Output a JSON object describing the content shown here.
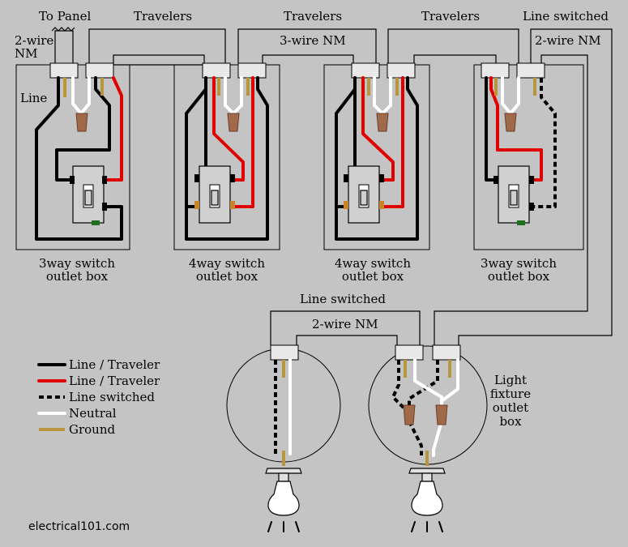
{
  "labels": {
    "to_panel": "To Panel",
    "travelers_1": "Travelers",
    "travelers_2": "Travelers",
    "travelers_3": "Travelers",
    "line_switched_top": "Line switched",
    "two_wire_nm_left_1": "2-wire",
    "two_wire_nm_left_2": "NM",
    "three_wire_nm": "3-wire NM",
    "two_wire_nm_right": "2-wire NM",
    "line": "Line",
    "box1_line1": "3way switch",
    "box1_line2": "outlet box",
    "box2_line1": "4way switch",
    "box2_line2": "outlet box",
    "box3_line1": "4way switch",
    "box3_line2": "outlet box",
    "box4_line1": "3way switch",
    "box4_line2": "outlet box",
    "line_switched_mid": "Line switched",
    "two_wire_nm_mid": "2-wire NM",
    "fixture_1": "Light",
    "fixture_2": "fixture",
    "fixture_3": "outlet",
    "fixture_4": "box",
    "site": "electrical101.com"
  },
  "legend": [
    {
      "label": "Line / Traveler",
      "style": "black"
    },
    {
      "label": "Line / Traveler",
      "style": "red"
    },
    {
      "label": "Line switched",
      "style": "dashed"
    },
    {
      "label": "Neutral",
      "style": "white"
    },
    {
      "label": "Ground",
      "style": "ground"
    }
  ],
  "colors": {
    "background": "#c4c4c4",
    "line_black": "#000000",
    "traveler_red": "#e00000",
    "neutral_white": "#ffffff",
    "ground_bare": "#b8963e",
    "wire_nut": "#a06a4a"
  }
}
